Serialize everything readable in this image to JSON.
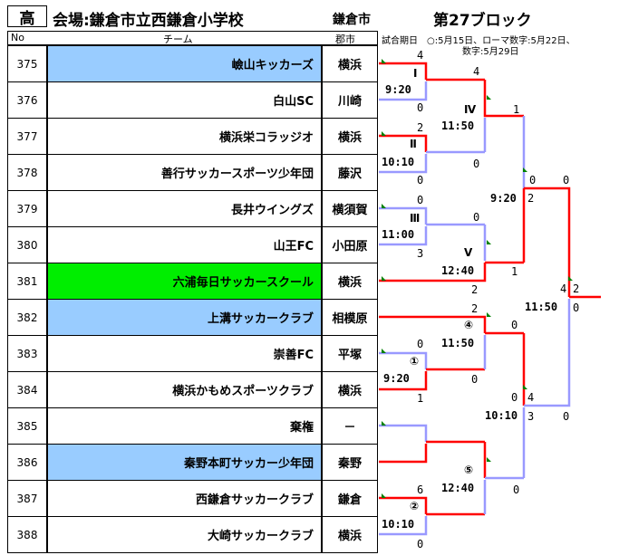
{
  "header": {
    "category": "高",
    "venue": "会場:鎌倉市立西鎌倉小学校",
    "city": "鎌倉市",
    "block": "第27ブロック"
  },
  "columns": {
    "no": "No",
    "team": "チーム",
    "city": "郡市"
  },
  "note": {
    "line1": "試合期日　○:5月15日、ローマ数字:5月22日、",
    "line2": "数字:5月29日"
  },
  "colors": {
    "win": "#ff0000",
    "line": "#9999ff",
    "blue": "#99ccff",
    "green": "#00ee00"
  },
  "teams": [
    {
      "no": "375",
      "name": "嶮山キッカーズ",
      "city": "横浜",
      "bg": "blue"
    },
    {
      "no": "376",
      "name": "白山SC",
      "city": "川崎",
      "bg": ""
    },
    {
      "no": "377",
      "name": "横浜栄コラッジオ",
      "city": "横浜",
      "bg": ""
    },
    {
      "no": "378",
      "name": "善行サッカースポーツ少年団",
      "city": "藤沢",
      "bg": ""
    },
    {
      "no": "379",
      "name": "長井ウイングズ",
      "city": "横須賀",
      "bg": ""
    },
    {
      "no": "380",
      "name": "山王FC",
      "city": "小田原",
      "bg": ""
    },
    {
      "no": "381",
      "name": "六浦毎日サッカースクール",
      "city": "横浜",
      "bg": "green"
    },
    {
      "no": "382",
      "name": "上溝サッカークラブ",
      "city": "相模原",
      "bg": "blue"
    },
    {
      "no": "383",
      "name": "崇善FC",
      "city": "平塚",
      "bg": ""
    },
    {
      "no": "384",
      "name": "横浜かもめスポーツクラブ",
      "city": "横浜",
      "bg": ""
    },
    {
      "no": "385",
      "name": "棄権",
      "city": "－",
      "bg": ""
    },
    {
      "no": "386",
      "name": "秦野本町サッカー少年団",
      "city": "秦野",
      "bg": "blue"
    },
    {
      "no": "387",
      "name": "西鎌倉サッカークラブ",
      "city": "鎌倉",
      "bg": ""
    },
    {
      "no": "388",
      "name": "大崎サッカークラブ",
      "city": "横浜",
      "bg": ""
    }
  ],
  "bracket": {
    "labels": [
      "Ⅰ",
      "Ⅱ",
      "Ⅲ",
      "Ⅳ",
      "Ⅴ",
      "①",
      "②",
      "④",
      "⑤"
    ],
    "times": [
      "9:20",
      "10:10",
      "11:00",
      "11:50",
      "12:40",
      "9:20",
      "10:10",
      "11:50",
      "12:40",
      "9:20",
      "10:10",
      "11:50"
    ],
    "scores": [
      "4",
      "0",
      "2",
      "0",
      "0",
      "3",
      "4",
      "0",
      "0",
      "1",
      "2",
      "2",
      "0",
      "1",
      "6",
      "0",
      "0",
      "0",
      "1",
      "0",
      "0",
      "2",
      "4",
      "0",
      "3",
      "0",
      "0",
      "4",
      "2",
      "0"
    ]
  }
}
